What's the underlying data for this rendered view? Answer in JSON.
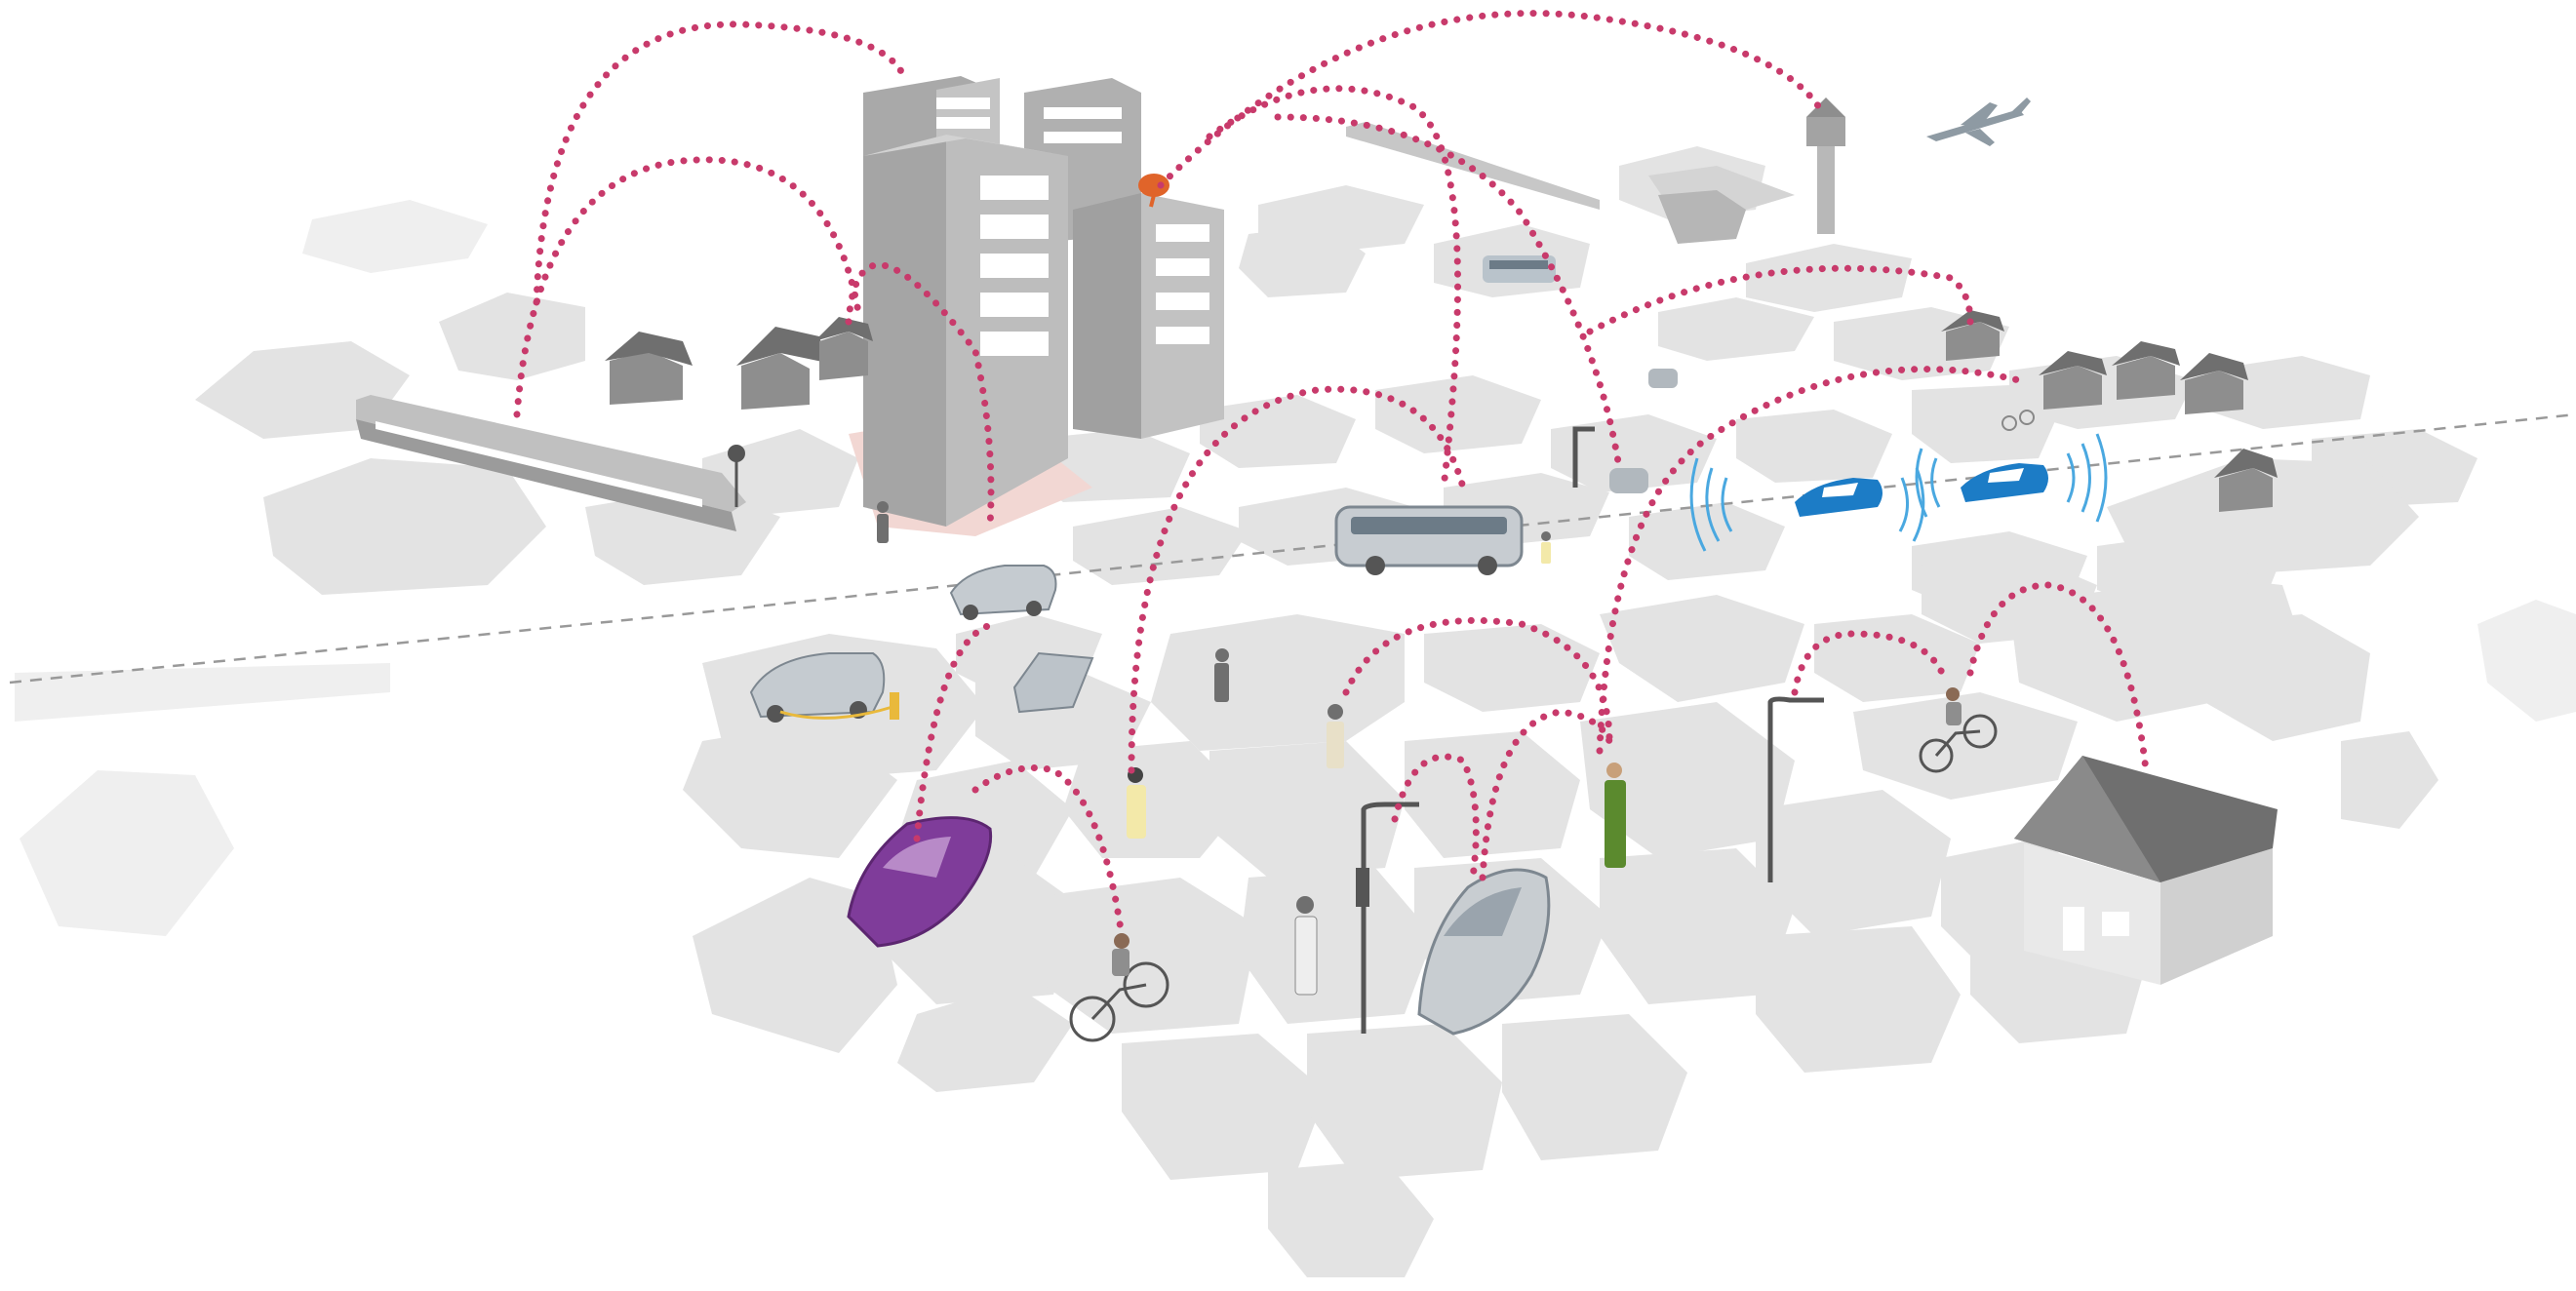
{
  "scene": {
    "kind": "connected-city-illustration",
    "contains_visible_text": false,
    "colors": {
      "background": "#ffffff",
      "cell_fill": "#e3e3e3",
      "cell_fill_faint": "#efefef",
      "connection_link": "#c83a6b",
      "building": "#b9b9b9",
      "building_dark": "#8e8e8e",
      "house_roof": "#6f6f6f",
      "highlight_car": "#7f3c9a",
      "connected_car": "#1c7cc6",
      "signal_wave": "#4aa8e0",
      "satellite_dish": "#e0642a",
      "charging_cable": "#e9b93b",
      "pedestrian_green": "#5b8a2e",
      "road_dashes": "#999999"
    },
    "elements": [
      "hexagonal-cell-grid",
      "office-towers",
      "satellite-dish",
      "airport-control-tower",
      "airplane",
      "airport-terminal",
      "high-speed-train",
      "suburban-houses",
      "city-bus",
      "shuttle-bus",
      "connected-cars-with-signal-waves",
      "electric-car-charging",
      "purple-car",
      "grey-car",
      "cyclists",
      "pedestrians",
      "street-lamps",
      "traffic-light",
      "connection-links"
    ]
  }
}
